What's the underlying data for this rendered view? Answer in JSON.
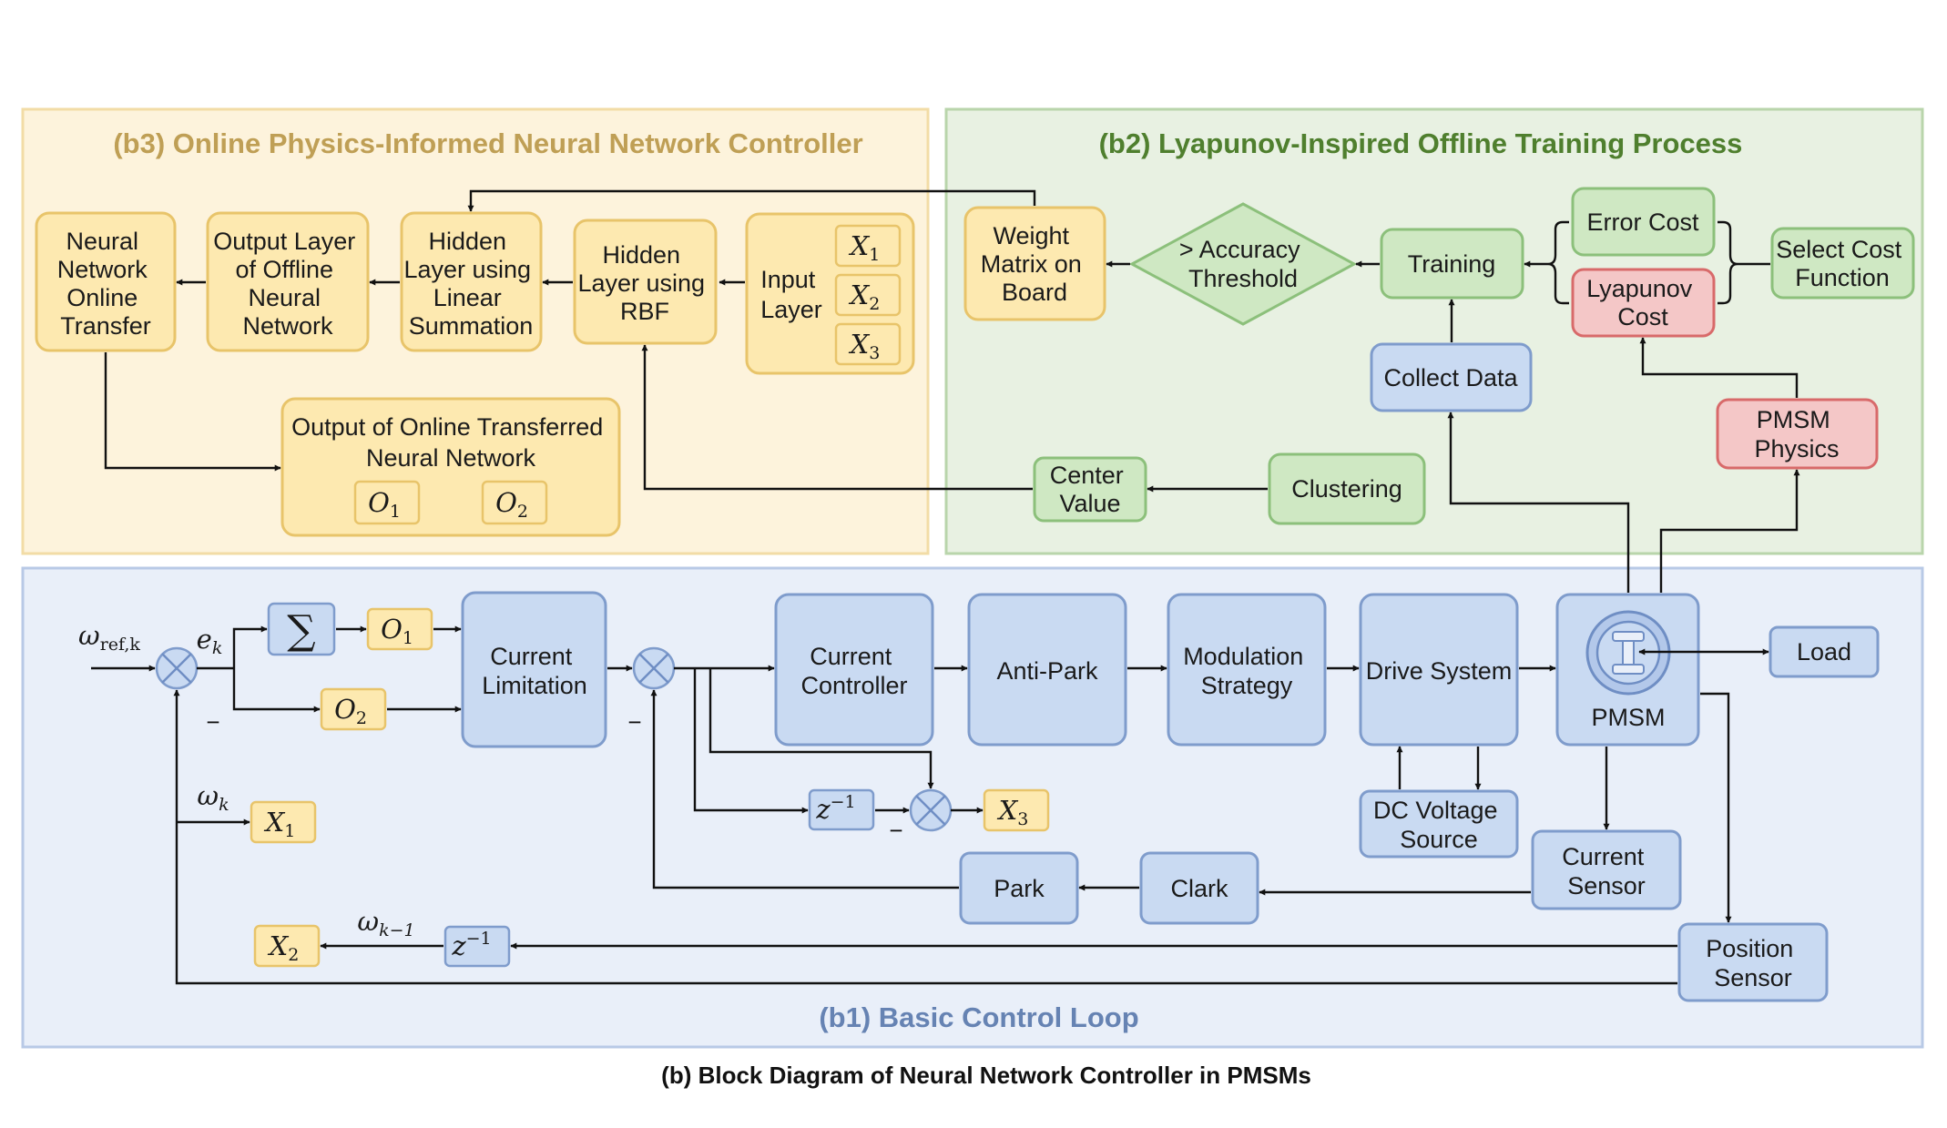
{
  "caption": "(b) Block Diagram of Neural Network Controller in PMSMs",
  "colors": {
    "yellow_panel": "#fdf3dc",
    "yellow_border": "#f2dca6",
    "yellow_box": "#fde9b0",
    "yellow_box_border": "#e8c46a",
    "green_panel": "#e8f1e2",
    "green_border": "#b9d5ab",
    "green_box": "#cfe8c3",
    "green_box_border": "#8cc07b",
    "blue_panel": "#e9eff9",
    "blue_border": "#b8c9e6",
    "blue_box": "#c9daf2",
    "blue_box_border": "#7f9ccc",
    "red_box": "#f4c7c7",
    "red_box_border": "#d86a6a",
    "title_yellow": "#bf9f55",
    "title_green": "#4f7f2e",
    "title_blue": "#6683b3"
  },
  "b3": {
    "title": "(b3) Online Physics-Informed Neural Network Controller",
    "nn_online_transfer": [
      "Neural",
      "Network",
      "Online",
      "Transfer"
    ],
    "output_layer_offline": [
      "Output Layer",
      "of Offline",
      "Neural",
      "Network"
    ],
    "hidden_linear": [
      "Hidden",
      "Layer using",
      "Linear",
      "Summation"
    ],
    "hidden_rbf": [
      "Hidden",
      "Layer using",
      "RBF"
    ],
    "input_layer": [
      "Input",
      "Layer"
    ],
    "inputs": [
      "X",
      "X",
      "X"
    ],
    "input_subs": [
      "1",
      "2",
      "3"
    ],
    "output_box": [
      "Output of Online Transferred",
      "Neural Network"
    ],
    "outputs": [
      "O",
      "O"
    ],
    "output_subs": [
      "1",
      "2"
    ]
  },
  "b2": {
    "title": "(b2) Lyapunov-Inspired Offline Training Process",
    "weight_matrix": [
      "Weight",
      "Matrix on",
      "Board"
    ],
    "accuracy": [
      "> Accuracy",
      "Threshold"
    ],
    "training": "Training",
    "error_cost": "Error Cost",
    "lyapunov_cost": [
      "Lyapunov",
      "Cost"
    ],
    "select_cost": [
      "Select Cost",
      "Function"
    ],
    "collect_data": "Collect Data",
    "pmsm_physics": [
      "PMSM",
      "Physics"
    ],
    "center_value": [
      "Center",
      "Value"
    ],
    "clustering": "Clustering"
  },
  "b1": {
    "title": "(b1) Basic Control Loop",
    "omega_ref": "ω",
    "omega_ref_sub": "ref,k",
    "e_k": "e",
    "e_k_sub": "k",
    "omega_k": "ω",
    "omega_k_sub": "k",
    "omega_k1": "ω",
    "omega_k1_sub": "k−1",
    "sum_symbol": "∑",
    "o1": "O",
    "o1_sub": "1",
    "o2": "O",
    "o2_sub": "2",
    "x1": "X",
    "x1_sub": "1",
    "x2": "X",
    "x2_sub": "2",
    "x3": "X",
    "x3_sub": "3",
    "z_inv": "z",
    "z_inv_sup": "−1",
    "minus": "−",
    "current_limitation": [
      "Current",
      "Limitation"
    ],
    "current_controller": [
      "Current",
      "Controller"
    ],
    "anti_park": "Anti-Park",
    "modulation": [
      "Modulation",
      "Strategy"
    ],
    "drive_system": "Drive System",
    "pmsm": "PMSM",
    "load": "Load",
    "dc_voltage": [
      "DC Voltage",
      "Source"
    ],
    "current_sensor": [
      "Current",
      "Sensor"
    ],
    "clark": "Clark",
    "park": "Park",
    "position_sensor": [
      "Position",
      "Sensor"
    ]
  }
}
